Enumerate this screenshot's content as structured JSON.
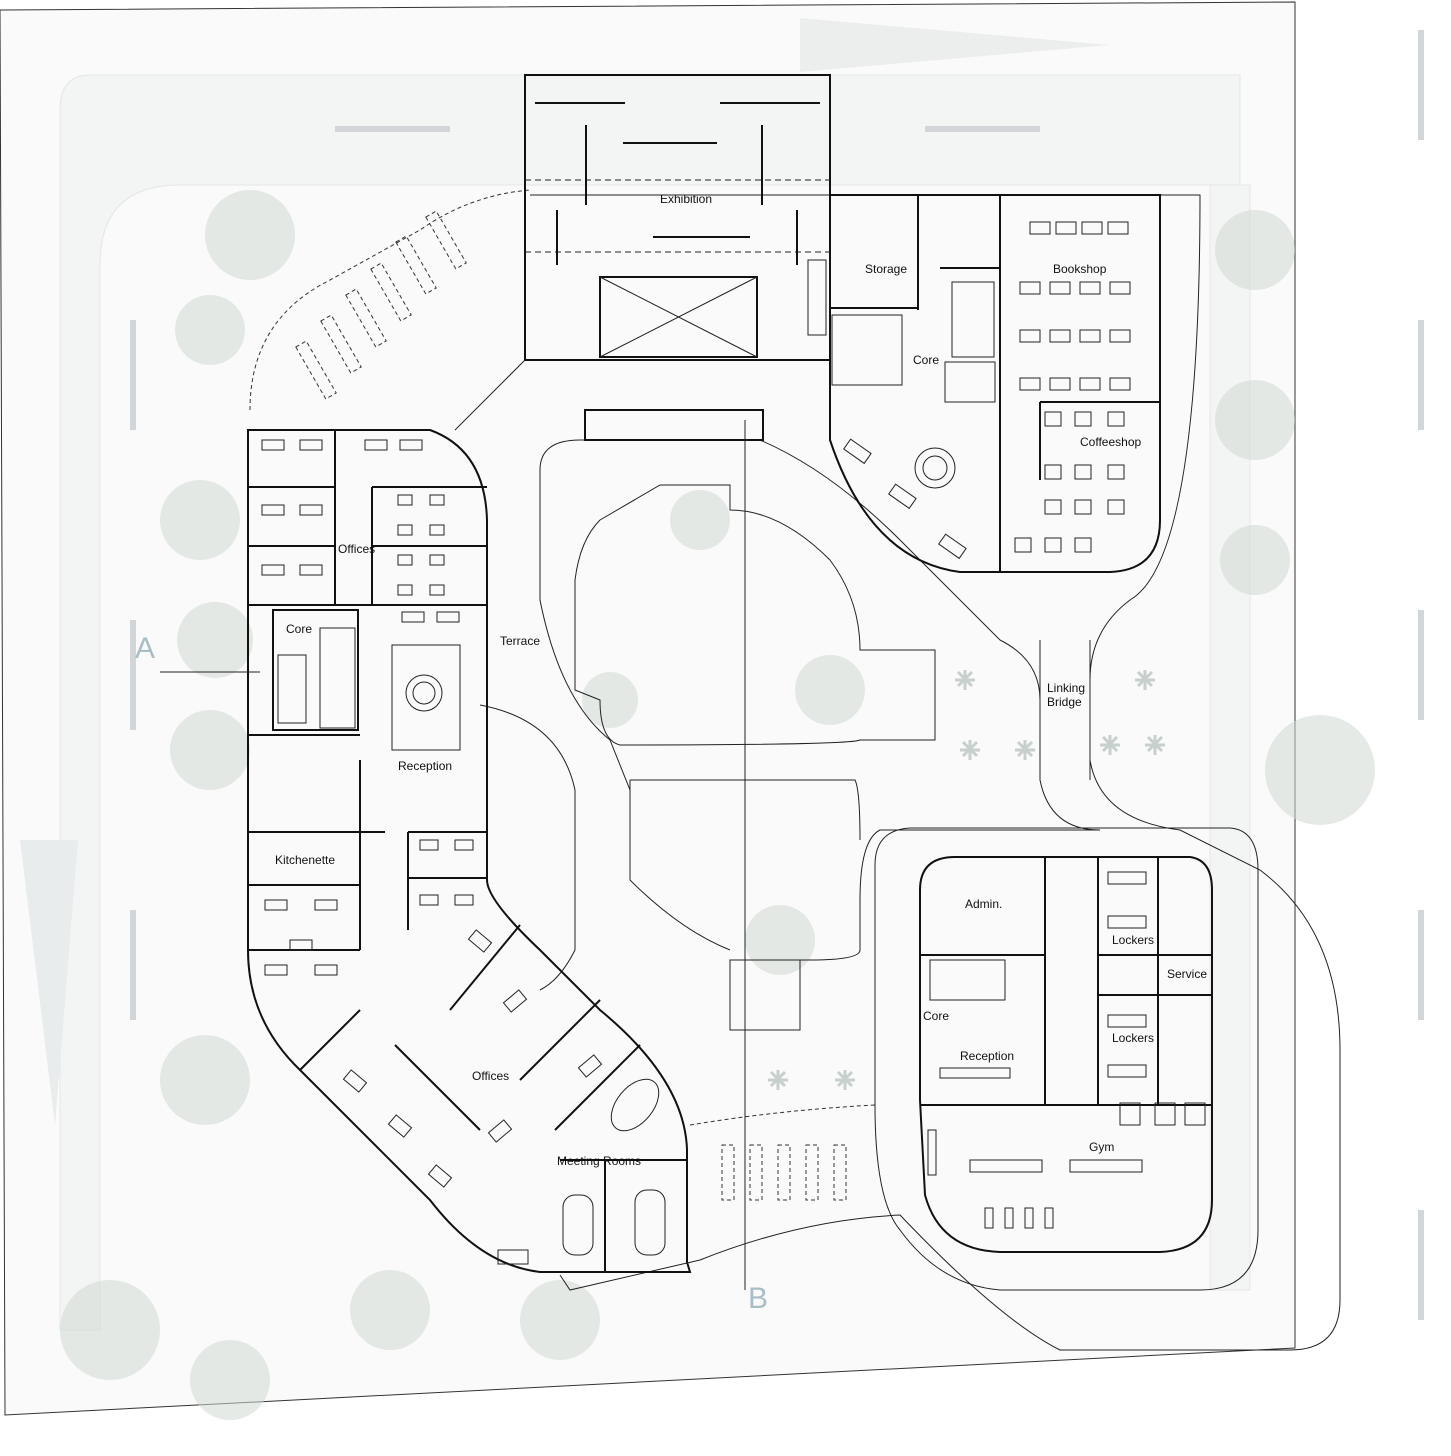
{
  "rooms": {
    "exhibition": "Exhibition",
    "storage": "Storage",
    "core_north": "Core",
    "bookshop": "Bookshop",
    "coffeeshop": "Coffeeshop",
    "offices_north": "Offices",
    "core_west": "Core",
    "terrace": "Terrace",
    "reception_main": "Reception",
    "kitchenette": "Kitchenette",
    "offices_south": "Offices",
    "meeting_rooms": "Meeting Rooms",
    "linking_bridge_1": "Linking",
    "linking_bridge_2": "Bridge",
    "admin": "Admin.",
    "lockers_1": "Lockers",
    "service": "Service",
    "lockers_2": "Lockers",
    "core_south": "Core",
    "reception_gym": "Reception",
    "gym": "Gym"
  },
  "section_marks": {
    "a": "A",
    "b": "B"
  },
  "colors": {
    "wall": "#111111",
    "site": "#f3f4f4",
    "trees": "#cfd8d3",
    "section_mark": "#a9bdc6"
  }
}
